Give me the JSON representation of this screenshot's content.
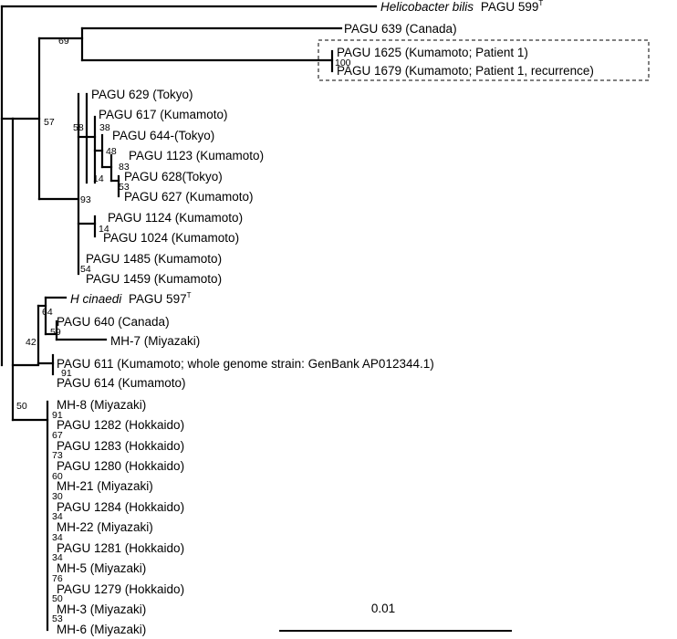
{
  "leaves": [
    {
      "text": "PAGU 599",
      "italic": "Helicobacter bilis",
      "sup": "T"
    },
    {
      "text": "PAGU 639 (Canada)"
    },
    {
      "text": "PAGU 1625 (Kumamoto; Patient 1)"
    },
    {
      "text": "PAGU 1679 (Kumamoto; Patient 1, recurrence)"
    },
    {
      "text": "PAGU 629 (Tokyo)"
    },
    {
      "text": "PAGU 617 (Kumamoto)"
    },
    {
      "text": "PAGU 644-(Tokyo)"
    },
    {
      "text": "PAGU 1123 (Kumamoto)"
    },
    {
      "text": "PAGU 628(Tokyo)"
    },
    {
      "text": "PAGU 627 (Kumamoto)"
    },
    {
      "text": "PAGU 1124 (Kumamoto)"
    },
    {
      "text": "PAGU 1024 (Kumamoto)"
    },
    {
      "text": "PAGU 1485 (Kumamoto)"
    },
    {
      "text": "PAGU 1459 (Kumamoto)"
    },
    {
      "text": "PAGU 597",
      "italic": "H cinaedi",
      "sup": "T"
    },
    {
      "text": "PAGU 640 (Canada)"
    },
    {
      "text": "MH-7 (Miyazaki)"
    },
    {
      "text": "PAGU 611 (Kumamoto; whole genome strain: GenBank AP012344.1)"
    },
    {
      "text": "PAGU 614 (Kumamoto)"
    },
    {
      "text": "MH-8 (Miyazaki)"
    },
    {
      "text": "PAGU 1282 (Hokkaido)"
    },
    {
      "text": "PAGU 1283 (Hokkaido)"
    },
    {
      "text": "PAGU 1280 (Hokkaido)"
    },
    {
      "text": "MH-21 (Miyazaki)"
    },
    {
      "text": "PAGU 1284 (Hokkaido)"
    },
    {
      "text": "MH-22 (Miyazaki)"
    },
    {
      "text": "PAGU 1281 (Hokkaido)"
    },
    {
      "text": "MH-5 (Miyazaki)"
    },
    {
      "text": "PAGU 1279 (Hokkaido)"
    },
    {
      "text": "MH-3 (Miyazaki)"
    },
    {
      "text": "MH-6 (Miyazaki)"
    }
  ],
  "bootstraps": [
    "69",
    "100",
    "57",
    "58",
    "38",
    "48",
    "83",
    "53",
    "14",
    "93",
    "14",
    "54",
    "64",
    "59",
    "42",
    "91",
    "50",
    "91",
    "67",
    "73",
    "60",
    "30",
    "34",
    "34",
    "34",
    "76",
    "50",
    "53"
  ],
  "scale_bar": {
    "label": "0.01"
  }
}
